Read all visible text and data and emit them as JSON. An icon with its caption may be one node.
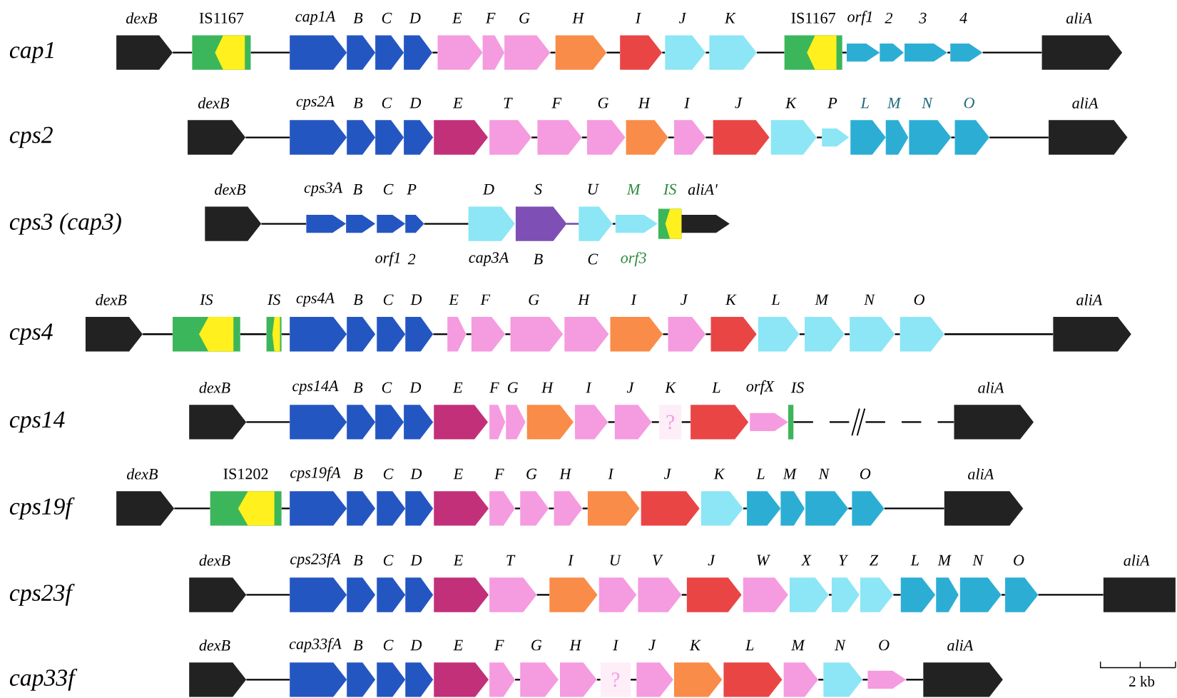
{
  "diagram": {
    "nodes": [
      {
        "text": [
          "dexB"
        ]
      },
      {
        "text": [
          "IS1167"
        ]
      },
      {
        "text": [
          "cap1A"
        ]
      },
      {
        "text": [
          "B"
        ]
      },
      {
        "text": [
          "C"
        ]
      },
      {
        "text": [
          "D"
        ]
      },
      {
        "text": [
          "E"
        ]
      },
      {
        "text": [
          "F"
        ]
      },
      {
        "text": [
          "G"
        ]
      },
      {
        "text": [
          "H"
        ]
      },
      {
        "text": [
          "I"
        ]
      },
      {
        "text": [
          "J"
        ]
      },
      {
        "text": [
          "K"
        ]
      },
      {
        "text": [
          "IS1167"
        ]
      },
      {
        "text": [
          "orf1"
        ]
      },
      {
        "text": [
          "2"
        ]
      },
      {
        "text": [
          "3"
        ]
      },
      {
        "text": [
          "4"
        ]
      },
      {
        "text": [
          "aliA"
        ]
      },
      {
        "text": [
          "dexB"
        ]
      },
      {
        "text": [
          "cps2A"
        ]
      },
      {
        "text": [
          "B"
        ]
      },
      {
        "text": [
          "C"
        ]
      },
      {
        "text": [
          "D"
        ]
      },
      {
        "text": [
          "E"
        ]
      },
      {
        "text": [
          "T"
        ]
      },
      {
        "text": [
          "F"
        ]
      },
      {
        "text": [
          "G"
        ]
      },
      {
        "text": [
          "H"
        ]
      },
      {
        "text": [
          "I"
        ]
      },
      {
        "text": [
          "J"
        ]
      },
      {
        "text": [
          "K"
        ]
      },
      {
        "text": [
          "P"
        ]
      },
      {
        "text": [
          "L"
        ]
      },
      {
        "text": [
          "M"
        ]
      },
      {
        "text": [
          "N"
        ]
      },
      {
        "text": [
          "O"
        ]
      },
      {
        "text": [
          "aliA"
        ]
      },
      {
        "text": [
          "dexB"
        ]
      },
      {
        "text": [
          "cps3A"
        ]
      },
      {
        "text": [
          "B"
        ]
      },
      {
        "text": [
          "C",
          "orf1"
        ]
      },
      {
        "text": [
          "P",
          "2"
        ]
      },
      {
        "text": [
          "D",
          "cap3A"
        ]
      },
      {
        "text": [
          "S",
          "B"
        ]
      },
      {
        "text": [
          "U",
          "C"
        ]
      },
      {
        "text": [
          "M",
          "orf3"
        ]
      },
      {
        "text": [
          "IS"
        ]
      },
      {
        "text": [
          "aliA'"
        ]
      },
      {
        "text": [
          "dexB"
        ]
      },
      {
        "text": [
          "IS"
        ]
      },
      {
        "text": [
          "IS"
        ]
      },
      {
        "text": [
          "cps4A"
        ]
      },
      {
        "text": [
          "B"
        ]
      },
      {
        "text": [
          "C"
        ]
      },
      {
        "text": [
          "D"
        ]
      },
      {
        "text": [
          "E"
        ]
      },
      {
        "text": [
          "F"
        ]
      },
      {
        "text": [
          "G"
        ]
      },
      {
        "text": [
          "H"
        ]
      },
      {
        "text": [
          "I"
        ]
      },
      {
        "text": [
          "J"
        ]
      },
      {
        "text": [
          "K"
        ]
      },
      {
        "text": [
          "L"
        ]
      },
      {
        "text": [
          "M"
        ]
      },
      {
        "text": [
          "N"
        ]
      },
      {
        "text": [
          "O"
        ]
      },
      {
        "text": [
          "aliA"
        ]
      },
      {
        "text": [
          "dexB"
        ]
      },
      {
        "text": [
          "cps14A"
        ]
      },
      {
        "text": [
          "B"
        ]
      },
      {
        "text": [
          "C"
        ]
      },
      {
        "text": [
          "D"
        ]
      },
      {
        "text": [
          "E"
        ]
      },
      {
        "text": [
          "F"
        ]
      },
      {
        "text": [
          "G"
        ]
      },
      {
        "text": [
          "H"
        ]
      },
      {
        "text": [
          "I"
        ]
      },
      {
        "text": [
          "J"
        ]
      },
      {
        "text": [
          "K",
          "?"
        ]
      },
      {
        "text": [
          "L"
        ]
      },
      {
        "text": [
          "orfX"
        ]
      },
      {
        "text": [
          "IS"
        ]
      },
      {
        "text": [
          "aliA"
        ]
      },
      {
        "text": [
          "dexB"
        ]
      },
      {
        "text": [
          "IS1202"
        ]
      },
      {
        "text": [
          "cps19fA"
        ]
      },
      {
        "text": [
          "B"
        ]
      },
      {
        "text": [
          "C"
        ]
      },
      {
        "text": [
          "D"
        ]
      },
      {
        "text": [
          "E"
        ]
      },
      {
        "text": [
          "F"
        ]
      },
      {
        "text": [
          "G"
        ]
      },
      {
        "text": [
          "H"
        ]
      },
      {
        "text": [
          "I"
        ]
      },
      {
        "text": [
          "J"
        ]
      },
      {
        "text": [
          "K"
        ]
      },
      {
        "text": [
          "L"
        ]
      },
      {
        "text": [
          "M"
        ]
      },
      {
        "text": [
          "N"
        ]
      },
      {
        "text": [
          "O"
        ]
      },
      {
        "text": [
          "aliA"
        ]
      },
      {
        "text": [
          "dexB"
        ]
      },
      {
        "text": [
          "cps23fA"
        ]
      },
      {
        "text": [
          "B"
        ]
      },
      {
        "text": [
          "C"
        ]
      },
      {
        "text": [
          "D"
        ]
      },
      {
        "text": [
          "E"
        ]
      },
      {
        "text": [
          "T"
        ]
      },
      {
        "text": [
          "I"
        ]
      },
      {
        "text": [
          "U"
        ]
      },
      {
        "text": [
          "V"
        ]
      },
      {
        "text": [
          "J"
        ]
      },
      {
        "text": [
          "W"
        ]
      },
      {
        "text": [
          "X"
        ]
      },
      {
        "text": [
          "Y"
        ]
      },
      {
        "text": [
          "Z"
        ]
      },
      {
        "text": [
          "L"
        ]
      },
      {
        "text": [
          "M"
        ]
      },
      {
        "text": [
          "N"
        ]
      },
      {
        "text": [
          "O"
        ]
      },
      {
        "text": [
          "aliA"
        ]
      },
      {
        "text": [
          "dexB"
        ]
      },
      {
        "text": [
          "cap33fA"
        ]
      },
      {
        "text": [
          "B"
        ]
      },
      {
        "text": [
          "C"
        ]
      },
      {
        "text": [
          "D"
        ]
      },
      {
        "text": [
          "E"
        ]
      },
      {
        "text": [
          "F"
        ]
      },
      {
        "text": [
          "G"
        ]
      },
      {
        "text": [
          "H"
        ]
      },
      {
        "text": [
          "I",
          "?"
        ]
      },
      {
        "text": [
          "J"
        ]
      },
      {
        "text": [
          "K"
        ]
      },
      {
        "text": [
          "L"
        ]
      },
      {
        "text": [
          "M"
        ]
      },
      {
        "text": [
          "N"
        ]
      },
      {
        "text": [
          "O"
        ]
      },
      {
        "text": [
          "aliA"
        ]
      }
    ],
    "edges": [
      {
        "from": 0,
        "to": 1,
        "arrow": "none"
      },
      {
        "from": 1,
        "to": 2,
        "arrow": "none"
      },
      {
        "from": 5,
        "to": 6,
        "arrow": "none"
      },
      {
        "from": 8,
        "to": 9,
        "arrow": "none"
      },
      {
        "from": 9,
        "to": 10,
        "arrow": "none"
      },
      {
        "from": 10,
        "to": 11,
        "arrow": "none"
      },
      {
        "from": 11,
        "to": 12,
        "arrow": "none"
      },
      {
        "from": 12,
        "to": 13,
        "arrow": "none"
      },
      {
        "from": 13,
        "to": 14,
        "arrow": "none"
      },
      {
        "from": 16,
        "to": 17,
        "arrow": "none"
      },
      {
        "from": 17,
        "to": 18,
        "arrow": "none"
      },
      {
        "from": 19,
        "to": 20,
        "arrow": "none"
      },
      {
        "from": 25,
        "to": 26,
        "arrow": "none"
      },
      {
        "from": 26,
        "to": 27,
        "arrow": "none"
      },
      {
        "from": 28,
        "to": 29,
        "arrow": "none"
      },
      {
        "from": 29,
        "to": 30,
        "arrow": "none"
      },
      {
        "from": 31,
        "to": 32,
        "arrow": "none"
      },
      {
        "from": 35,
        "to": 36,
        "arrow": "none"
      },
      {
        "from": 36,
        "to": 37,
        "arrow": "none"
      },
      {
        "from": 38,
        "to": 39,
        "arrow": "none"
      },
      {
        "from": 42,
        "to": 43,
        "arrow": "none"
      },
      {
        "from": 44,
        "to": 45,
        "arrow": "none",
        "color": "#7e4fb5"
      },
      {
        "from": 45,
        "to": 46,
        "arrow": "none"
      },
      {
        "from": 49,
        "to": 50,
        "arrow": "none"
      },
      {
        "from": 50,
        "to": 51,
        "arrow": "none"
      },
      {
        "from": 51,
        "to": 52,
        "arrow": "none"
      },
      {
        "from": 55,
        "to": 56,
        "arrow": "none"
      },
      {
        "from": 56,
        "to": 57,
        "arrow": "none"
      },
      {
        "from": 57,
        "to": 58,
        "arrow": "none"
      },
      {
        "from": 60,
        "to": 61,
        "arrow": "none"
      },
      {
        "from": 61,
        "to": 62,
        "arrow": "none"
      },
      {
        "from": 63,
        "to": 64,
        "arrow": "none"
      },
      {
        "from": 64,
        "to": 65,
        "arrow": "none"
      },
      {
        "from": 65,
        "to": 66,
        "arrow": "none"
      },
      {
        "from": 66,
        "to": 67,
        "arrow": "none"
      },
      {
        "from": 68,
        "to": 69,
        "arrow": "none"
      },
      {
        "from": 77,
        "to": 78,
        "arrow": "none"
      },
      {
        "from": 78,
        "to": 79,
        "arrow": "none"
      },
      {
        "from": 79,
        "to": 80,
        "arrow": "none"
      },
      {
        "from": 82,
        "to": 83,
        "arrow": "none",
        "style": "dashed"
      },
      {
        "from": 84,
        "to": 85,
        "arrow": "none"
      },
      {
        "from": 85,
        "to": 86,
        "arrow": "none"
      },
      {
        "from": 91,
        "to": 92,
        "arrow": "none"
      },
      {
        "from": 92,
        "to": 93,
        "arrow": "none"
      },
      {
        "from": 93,
        "to": 94,
        "arrow": "none"
      },
      {
        "from": 96,
        "to": 97,
        "arrow": "none"
      },
      {
        "from": 99,
        "to": 100,
        "arrow": "none"
      },
      {
        "from": 100,
        "to": 101,
        "arrow": "none"
      },
      {
        "from": 102,
        "to": 103,
        "arrow": "none"
      },
      {
        "from": 108,
        "to": 109,
        "arrow": "none"
      },
      {
        "from": 111,
        "to": 112,
        "arrow": "none"
      },
      {
        "from": 114,
        "to": 115,
        "arrow": "none"
      },
      {
        "from": 116,
        "to": 117,
        "arrow": "none"
      },
      {
        "from": 119,
        "to": 120,
        "arrow": "none"
      },
      {
        "from": 120,
        "to": 121,
        "arrow": "none"
      },
      {
        "from": 122,
        "to": 123,
        "arrow": "none"
      },
      {
        "from": 128,
        "to": 129,
        "arrow": "none"
      },
      {
        "from": 130,
        "to": 131,
        "arrow": "none"
      },
      {
        "from": 131,
        "to": 132,
        "arrow": "none"
      },
      {
        "from": 135,
        "to": 136,
        "arrow": "none"
      },
      {
        "from": 136,
        "to": 137,
        "arrow": "none"
      },
      {
        "from": 137,
        "to": 138,
        "arrow": "none"
      }
    ],
    "labels": [
      "cap1",
      "cps2",
      "cps3 (cap3)",
      "cps4",
      "cps14",
      "cps19f",
      "cps23f",
      "cap33f",
      "2 kb"
    ]
  }
}
